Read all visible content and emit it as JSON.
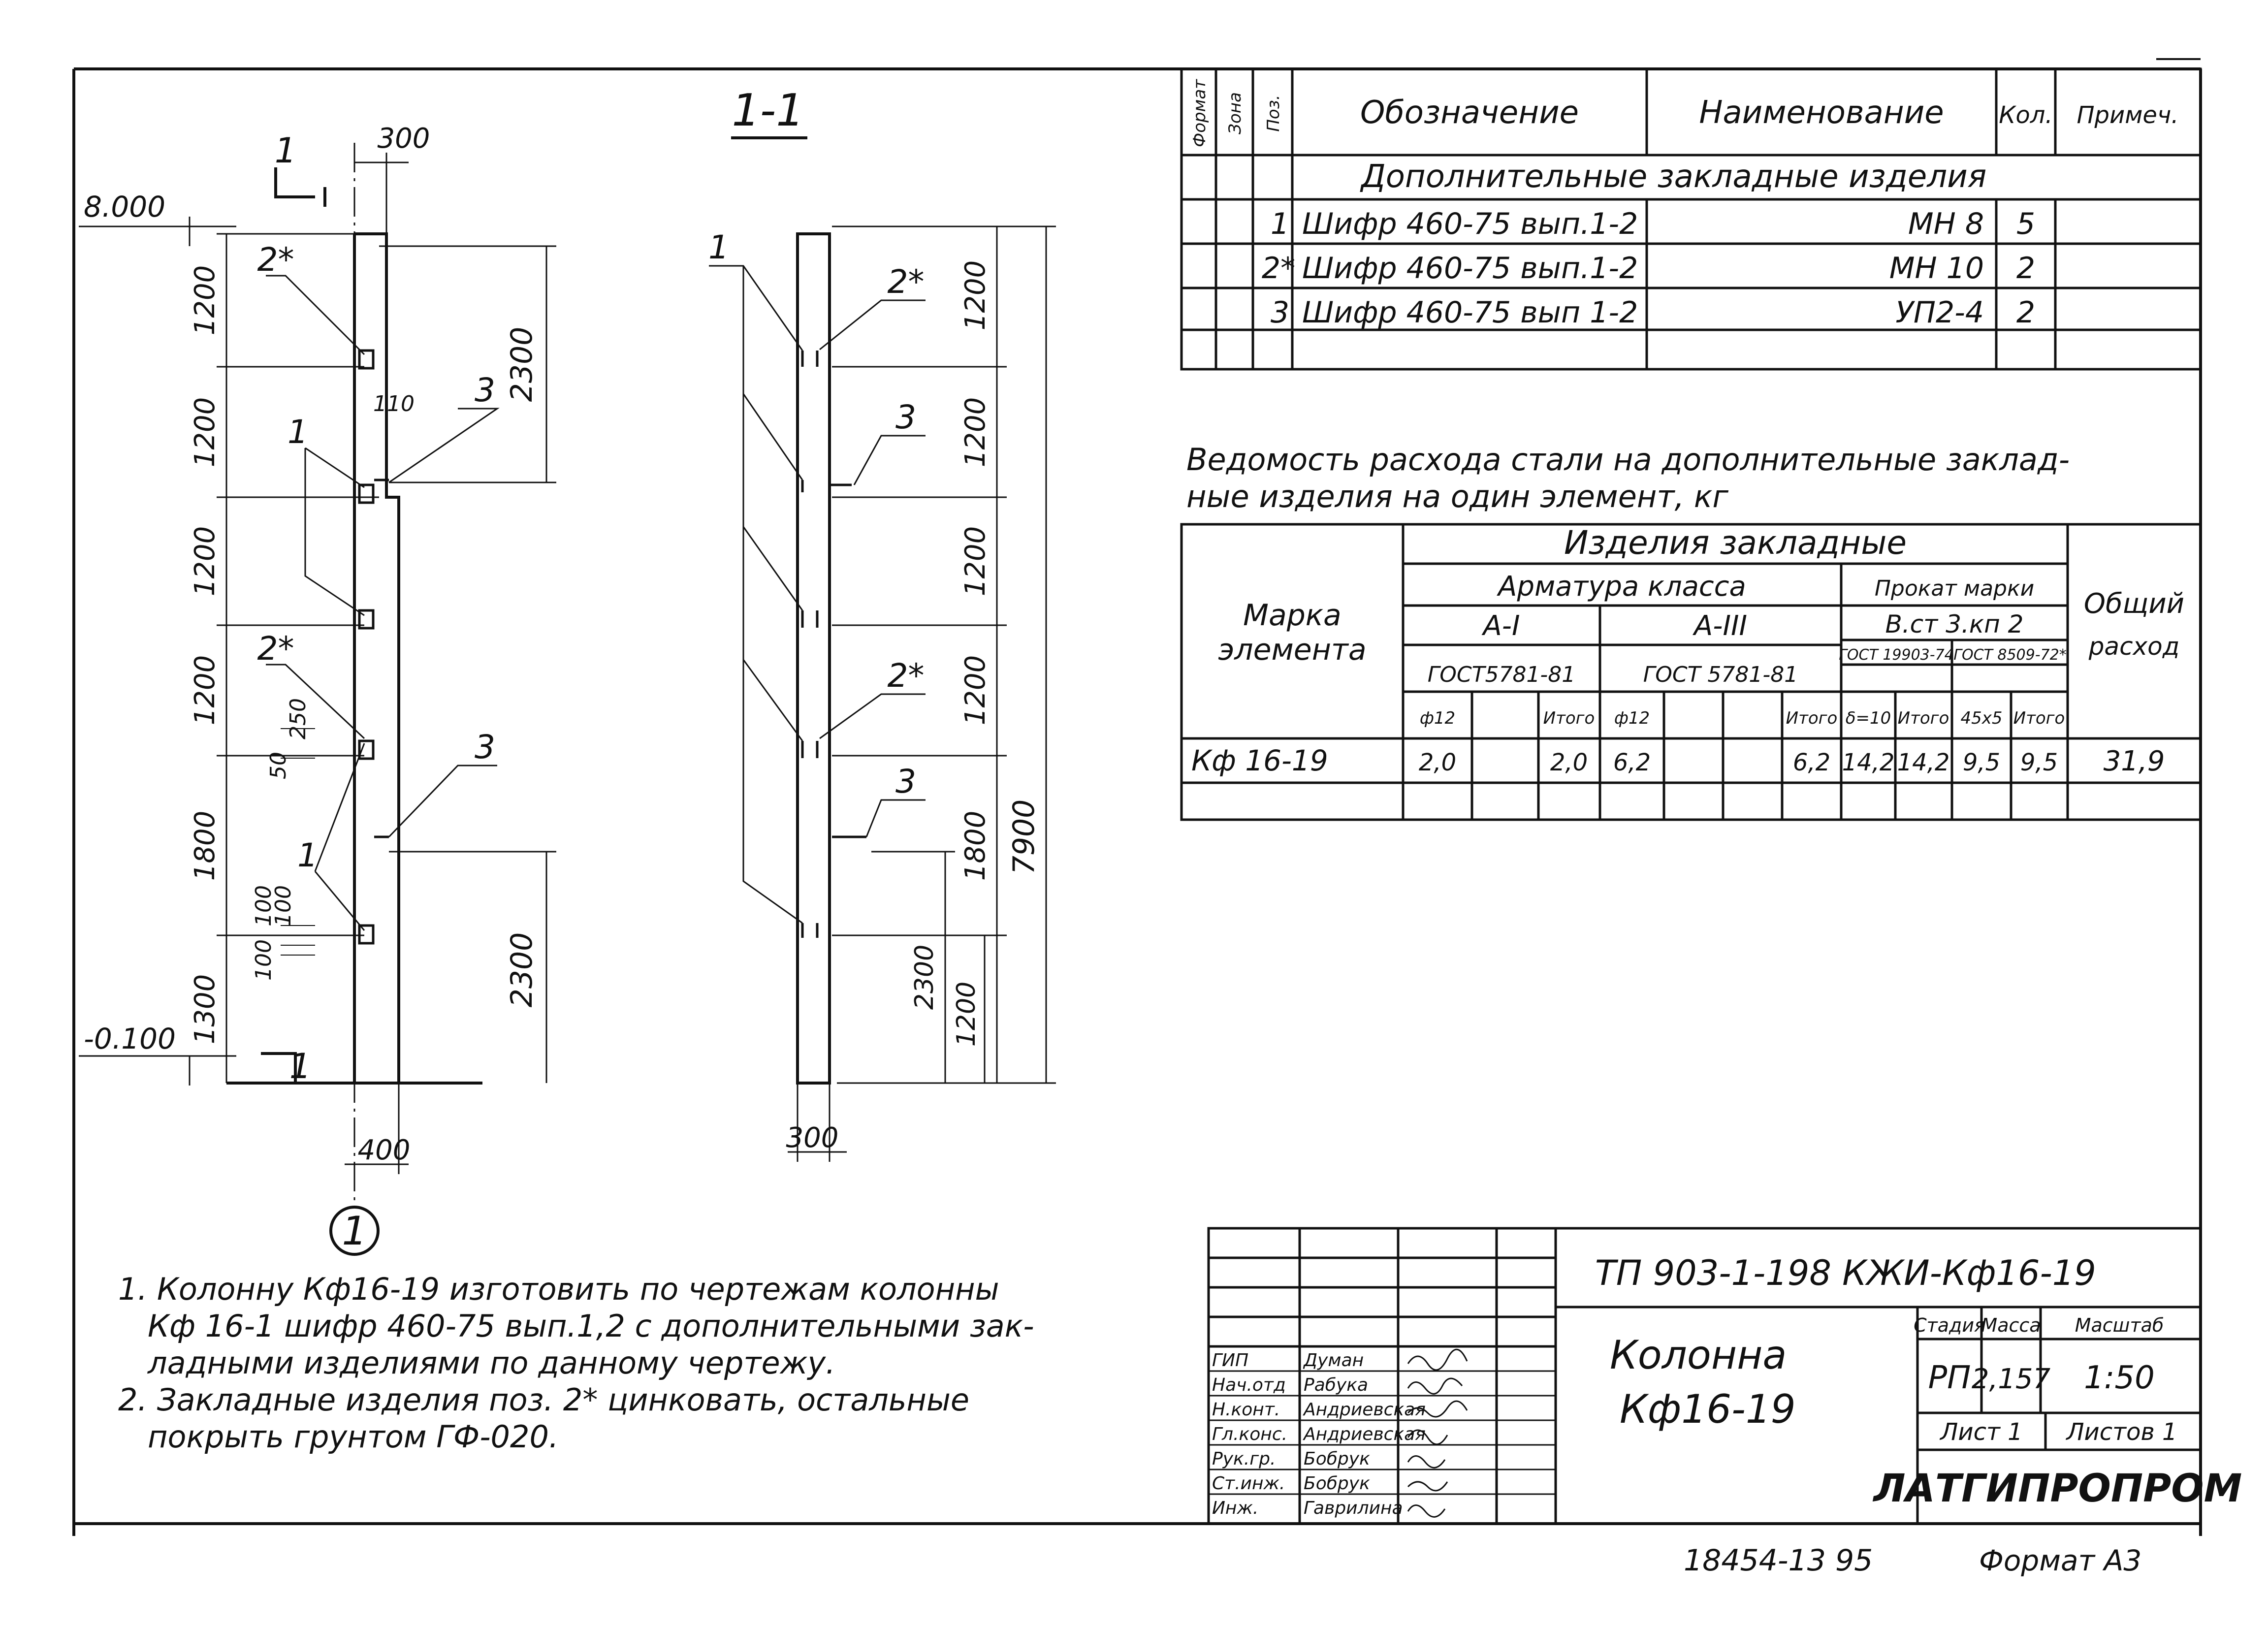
{
  "section_label": "1-1",
  "left_view": {
    "cut_mark": "1",
    "elev_top": "8.000",
    "elev_bottom": "-0.100",
    "width_top": "300",
    "width_bottom": "400",
    "axis_label": "1",
    "dims_left": [
      "1200",
      "1200",
      "1200",
      "1200",
      "1800",
      "1300"
    ],
    "small_dims": [
      "250",
      "50",
      "100",
      "100",
      "100",
      "110"
    ],
    "dims_right": [
      "2300",
      "2300"
    ],
    "leaders": [
      "2*",
      "1",
      "3",
      "2*",
      "1",
      "3"
    ]
  },
  "section_view": {
    "width": "300",
    "dims_right": [
      "1200",
      "1200",
      "1200",
      "1200",
      "1800"
    ],
    "dim_total": "7900",
    "dims_bottom": [
      "2300",
      "1200"
    ],
    "leaders": [
      "1",
      "2*",
      "3",
      "2*",
      "3"
    ]
  },
  "spec_table": {
    "headers": [
      "Формат",
      "Зона",
      "Поз.",
      "Обозначение",
      "Наименование",
      "Кол.",
      "Примеч."
    ],
    "group_title": "Дополнительные закладные изделия",
    "rows": [
      {
        "pos": "1",
        "designation": "Шифр 460-75 вып.1-2",
        "name": "МН 8",
        "qty": "5"
      },
      {
        "pos": "2*",
        "designation": "Шифр 460-75 вып.1-2",
        "name": "МН 10",
        "qty": "2"
      },
      {
        "pos": "3",
        "designation": "Шифр 460-75 вып 1-2",
        "name": "УП2-4",
        "qty": "2"
      }
    ]
  },
  "steel_title": [
    "Ведомость расхода стали на дополнительные заклад-",
    "ные изделия на один элемент, кг"
  ],
  "steel_table": {
    "mark_header": [
      "Марка",
      "элемента"
    ],
    "items_header": "Изделия закладные",
    "rebar_header": "Арматура класса",
    "class_a1": "А-I",
    "class_a3": "А-III",
    "gost_a1": "ГОСТ5781-81",
    "gost_a3": "ГОСТ 5781-81",
    "rolled_header": "Прокат марки",
    "rolled_grade": "В.ст 3.кп 2",
    "gost_r1": "ГОСТ 19903-74",
    "gost_r2": "ГОСТ 8509-72*",
    "total_header": [
      "Общий",
      "расход"
    ],
    "sub_headers": [
      "ф12",
      "",
      "Итого",
      "ф12",
      "",
      "",
      "Итого",
      "δ=10",
      "Итого",
      "45х5",
      "Итого"
    ],
    "row": {
      "mark": "Кф 16-19",
      "values": [
        "2,0",
        "",
        "2,0",
        "6,2",
        "",
        "",
        "6,2",
        "14,2",
        "14,2",
        "9,5",
        "9,5"
      ],
      "total": "31,9"
    }
  },
  "notes": [
    "1. Колонну Кф16-19 изготовить по чертежам колонны",
    "Кф 16-1 шифр 460-75 вып.1,2 с дополнительными зак-",
    "ладными изделиями по данному чертежу.",
    "2. Закладные изделия поз. 2* цинковать, остальные",
    "покрыть грунтом ГФ-020."
  ],
  "title_block": {
    "code": "ТП 903-1-198 КЖИ-Кф16-19",
    "title": [
      "Колонна",
      "Кф16-19"
    ],
    "stage_header": "Стадия",
    "mass_header": "Масса",
    "scale_header": "Масштаб",
    "stage": "РП",
    "mass": "2,157",
    "scale": "1:50",
    "sheet": "Лист 1",
    "sheets": "Листов 1",
    "org": "ЛАТГИПРОПРОМ",
    "staff": [
      {
        "role": "ГИП",
        "name": "Думан"
      },
      {
        "role": "Нач.отд",
        "name": "Рабука"
      },
      {
        "role": "Н.конт.",
        "name": "Андриевская"
      },
      {
        "role": "Гл.конс.",
        "name": "Андриевская"
      },
      {
        "role": "Рук.гр.",
        "name": "Бобрук"
      },
      {
        "role": "Ст.инж.",
        "name": "Бобрук"
      },
      {
        "role": "Инж.",
        "name": "Гаврилина"
      }
    ]
  },
  "footer": {
    "inventory": "18454-13 95",
    "format": "Формат А3"
  }
}
